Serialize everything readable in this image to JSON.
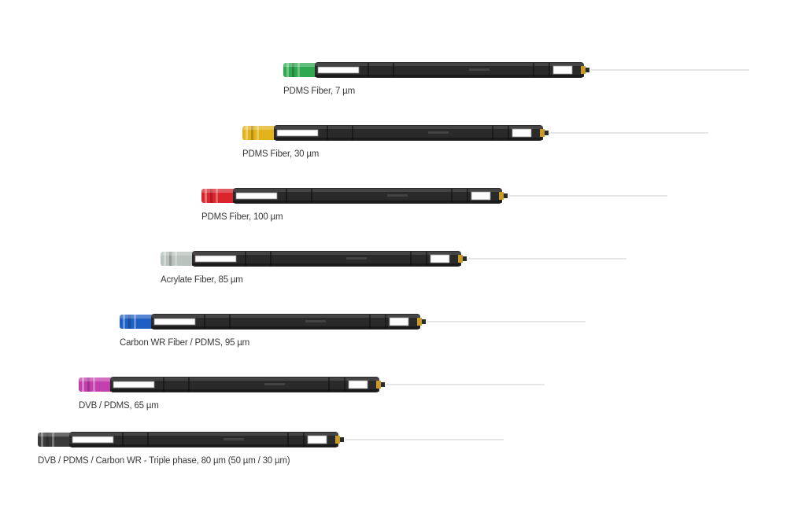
{
  "products": [
    {
      "label": "PDMS Fiber, 7 µm",
      "hub_color": "#2fa84f"
    },
    {
      "label": "PDMS Fiber, 30 µm",
      "hub_color": "#e2b21a"
    },
    {
      "label": "PDMS Fiber, 100 µm",
      "hub_color": "#d9252b"
    },
    {
      "label": "Acrylate Fiber, 85 µm",
      "hub_color": "#b9c2bd"
    },
    {
      "label": "Carbon WR Fiber / PDMS, 95 µm",
      "hub_color": "#1f5fc4"
    },
    {
      "label": "DVB / PDMS, 65 µm",
      "hub_color": "#c43fae"
    },
    {
      "label": "DVB / PDMS / Carbon WR - Triple phase, 80 µm (50 µm / 30 µm)",
      "hub_color": "#3a3a3a"
    }
  ]
}
